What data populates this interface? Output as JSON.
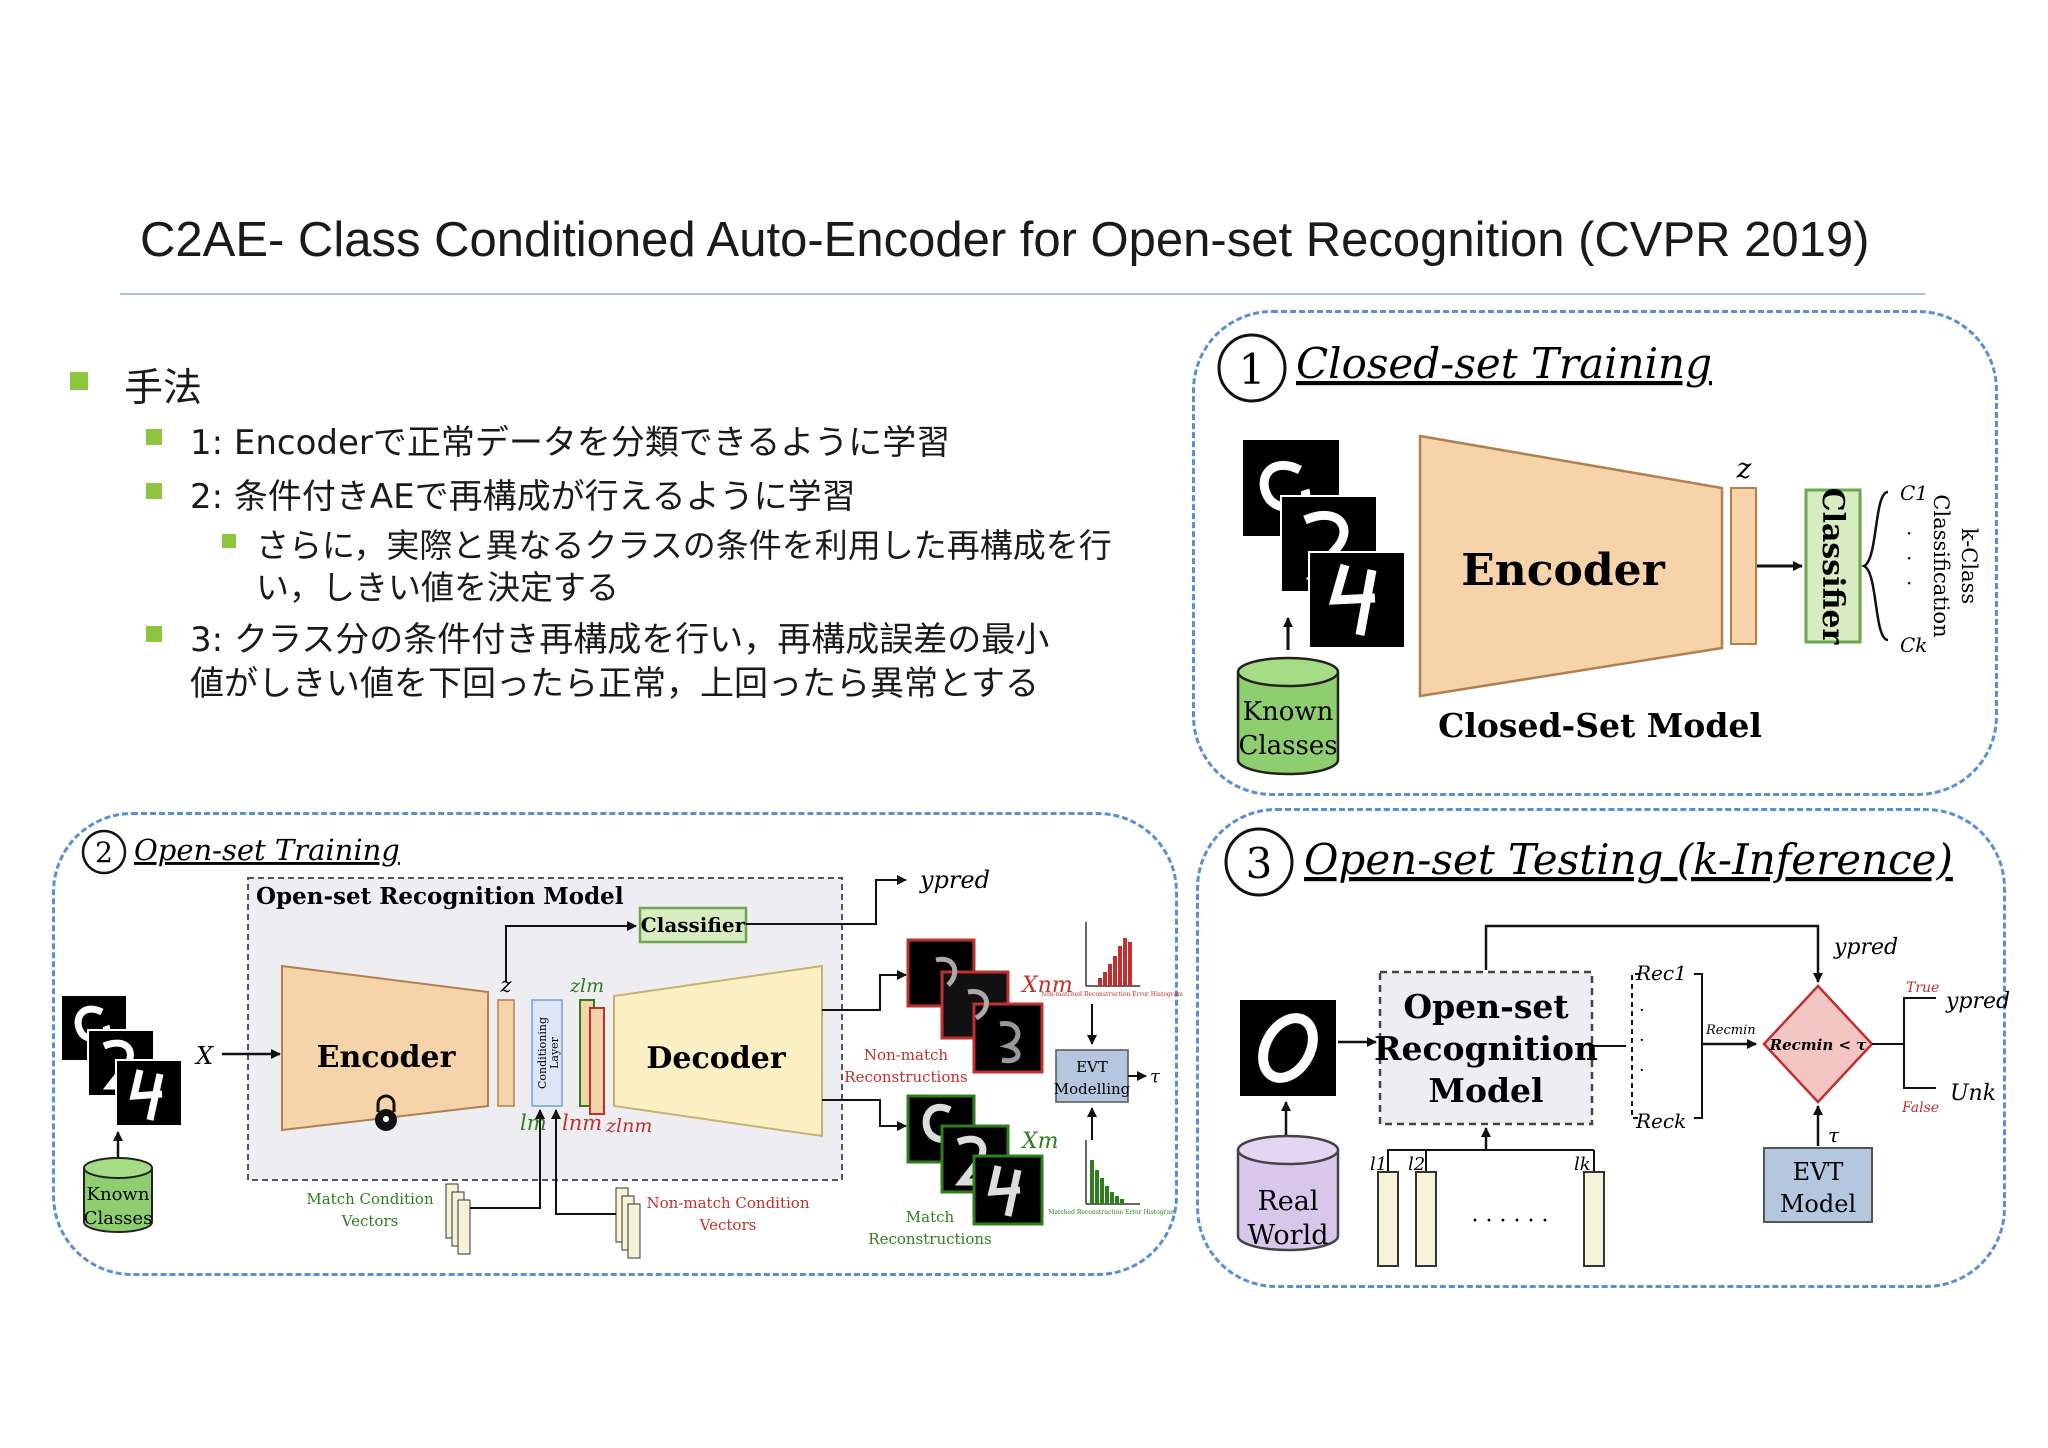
{
  "slide": {
    "title": "C2AE- Class Conditioned Auto-Encoder for Open-set Recognition (CVPR 2019)"
  },
  "bullets": {
    "method": "手法",
    "step1": "1: Encoderで正常データを分類できるように学習",
    "step2": "2: 条件付きAEで再構成が行えるように学習",
    "step2_sub_line1": "さらに，実際と異なるクラスの条件を利用した再構成を行",
    "step2_sub_line2": "い，しきい値を決定する",
    "step3_line1": "3: クラス分の条件付き再構成を行い，再構成誤差の最小",
    "step3_line2": "値がしきい値を下回ったら正常，上回ったら異常とする"
  },
  "panel1": {
    "number": "1",
    "heading": "Closed-set Training",
    "encoder": "Encoder",
    "classifier": "Classifier",
    "z": "z",
    "known_1": "Known",
    "known_2": "Classes",
    "model": "Closed-Set Model",
    "c1": "C1",
    "ck": "Ck",
    "kclass_1": "k-Class",
    "kclass_2": "Classification"
  },
  "panel2": {
    "number": "2",
    "heading": "Open-set Training",
    "box_title": "Open-set Recognition Model",
    "x": "X",
    "encoder": "Encoder",
    "decoder": "Decoder",
    "classifier": "Classifier",
    "ypred": "ypred",
    "z": "z",
    "zlm": "zlm",
    "lm": "lm",
    "lnm": "lnm",
    "zlnm": "zlnm",
    "cond_layer_1": "Conditioning",
    "cond_layer_2": "Layer",
    "known_1": "Known",
    "known_2": "Classes",
    "match_cv_1": "Match Condition",
    "match_cv_2": "Vectors",
    "nonmatch_cv_1": "Non-match Condition",
    "nonmatch_cv_2": "Vectors",
    "xnm": "Xnm",
    "xm": "Xm",
    "nonmatch_rec_1": "Non-match",
    "nonmatch_rec_2": "Reconstructions",
    "match_rec_1": "Match",
    "match_rec_2": "Reconstructions",
    "evt_1": "EVT",
    "evt_2": "Modelling",
    "tau": "τ",
    "hist_nm": "Non-matched Reconstruction Error Histogram",
    "hist_m": "Matched Reconstruction Error Histogram"
  },
  "panel3": {
    "number": "3",
    "heading": "Open-set Testing (k-Inference)",
    "osr_1": "Open-set",
    "osr_2": "Recognition",
    "osr_3": "Model",
    "rec1": "Rec1",
    "reck": "Reck",
    "recmin": "Recmin",
    "decision": "Recmin < τ",
    "ypred_top": "ypred",
    "ypred_out": "ypred",
    "true": "True",
    "false": "False",
    "unk": "Unk",
    "tau": "τ",
    "evt_1": "EVT",
    "evt_2": "Model",
    "real_1": "Real",
    "real_2": "World",
    "l1": "l1",
    "l2": "l2",
    "lk": "lk",
    "dots": "· · · · · ·"
  },
  "colors": {
    "bullet_green": "#8cc63f",
    "panel_border": "#5a8fd6",
    "encoder_fill": "#f6d3a8",
    "decoder_fill": "#fbefc4",
    "classifier_fill": "#d8ecc2",
    "cylinder_green": "#8fce6e",
    "cylinder_purple": "#d8c7ea",
    "evt_fill": "#b4c7df",
    "decision_fill": "#f3c5c3",
    "accent_red": "#c0302e",
    "accent_green": "#2f7d1f"
  }
}
